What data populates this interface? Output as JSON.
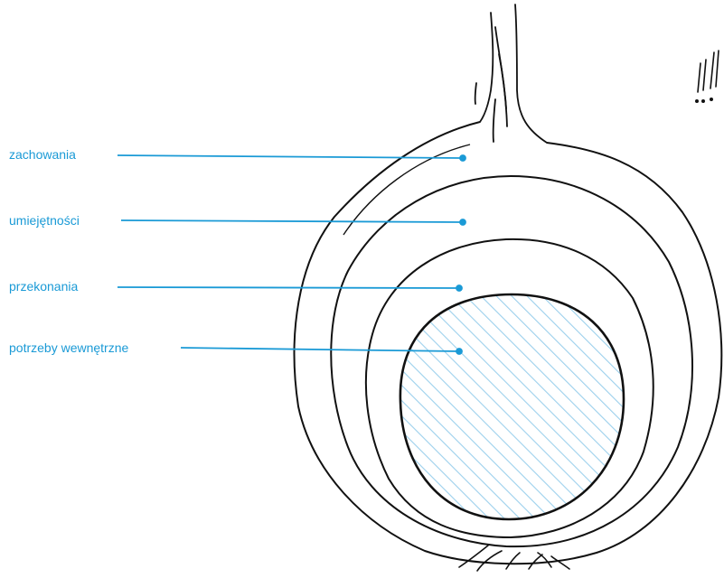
{
  "diagram": {
    "labels": [
      {
        "id": "behaviors",
        "text": "zachowania"
      },
      {
        "id": "skills",
        "text": "umiejętności"
      },
      {
        "id": "beliefs",
        "text": "przekonania"
      },
      {
        "id": "needs",
        "text": "potrzeby wewnętrzne"
      }
    ],
    "exclamation": "!!",
    "colors": {
      "accent": "#1a9ad6",
      "ink": "#111111",
      "hatch": "#9cd0ec",
      "background": "#ffffff"
    }
  }
}
